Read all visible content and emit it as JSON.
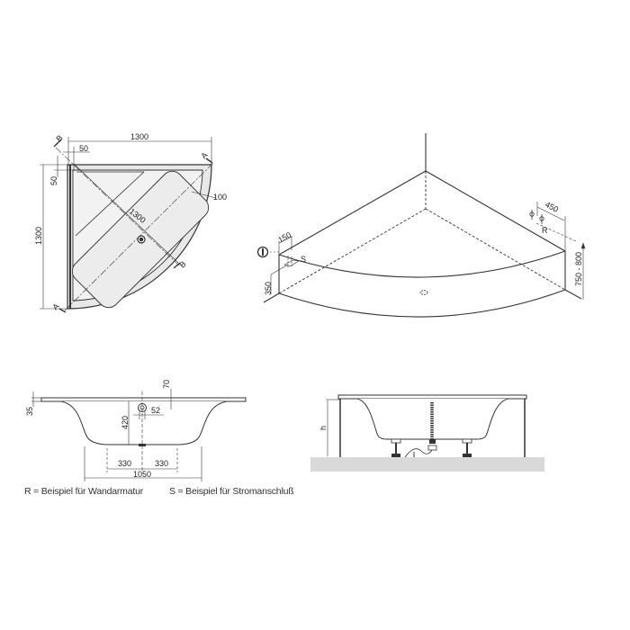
{
  "top_view": {
    "width_label": "1300",
    "height_label": "1300",
    "diagonal_label": "1300",
    "offset_top_label": "50",
    "offset_left_label": "50",
    "rim_label": "100",
    "section_a": "A",
    "section_b": "B"
  },
  "iso_view": {
    "socket_width_label": "150",
    "socket_height_label": "350",
    "socket_marker": "S",
    "tap_width_label": "450",
    "tap_marker": "R",
    "height_range_label": "750 - 800",
    "power_symbol": "power-outlet"
  },
  "section_view": {
    "rim_height_label": "35",
    "top_offset_label": "70",
    "depth_label": "420",
    "overflow_label": "52",
    "left_foot_label": "330",
    "right_foot_label": "330",
    "base_width_label": "1050"
  },
  "side_view": {
    "height_label": "h",
    "floor_color": "#d9d9d9"
  },
  "legend": {
    "r_note": "R = Beispiel für Wandarmatur",
    "s_note": "S = Beispiel für Stromanschluß"
  },
  "colors": {
    "line": "#333333",
    "tub_fill": "#ececec",
    "floor": "#d9d9d9"
  }
}
